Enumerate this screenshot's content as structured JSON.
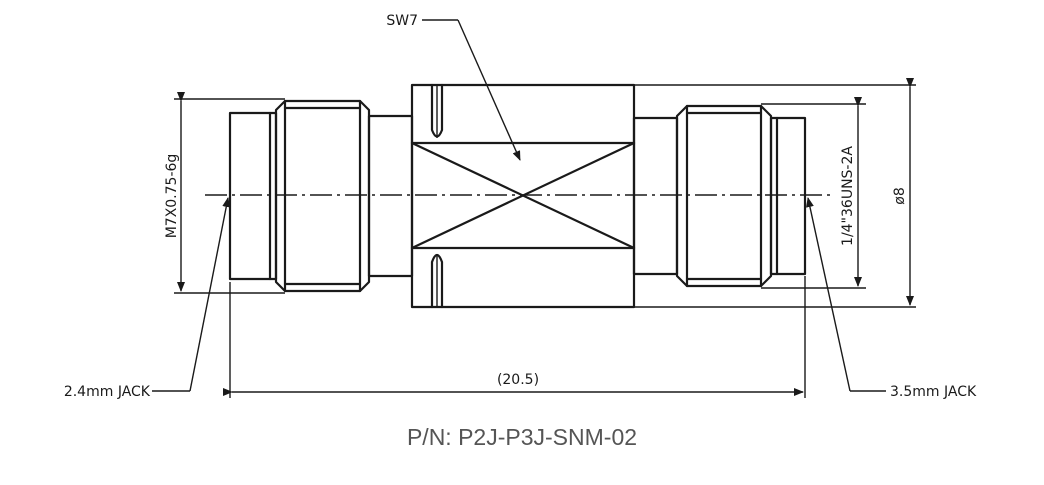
{
  "labels": {
    "sw": "SW7",
    "thread_left": "M7X0.75-6g",
    "thread_right": "1/4\"36UNS-2A",
    "diameter": "ø8",
    "length": "(20.5)",
    "left_jack": "2.4mm JACK",
    "right_jack": "3.5mm JACK"
  },
  "part_number": "P/N: P2J-P3J-SNM-02"
}
